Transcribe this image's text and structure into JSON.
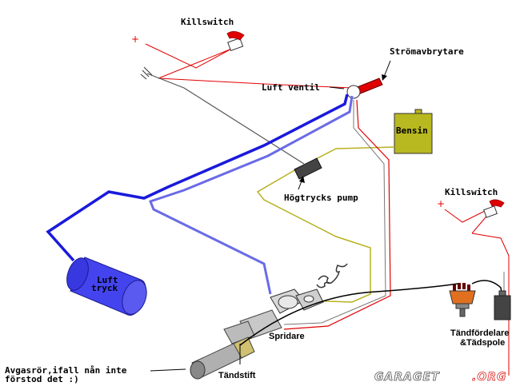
{
  "labels": {
    "killswitch_top": "Killswitch",
    "stromavbrytare": "Strömavbrytare",
    "luft_ventil": "Luft ventil",
    "bensin": "Bensin",
    "hogtrycks_pump": "Högtrycks pump",
    "killswitch_right": "Killswitch",
    "luft_tryck_line1": "Luft",
    "luft_tryck_line2": "tryck",
    "spridare": "Spridare",
    "tandfordelare_line1": "Tändfördelare",
    "tandfordelare_line2": "&Tädspole",
    "avgasror_line1": "Avgasrör,ifall nån inte",
    "avgasror_line2": "förstod det :)",
    "tandstift": "Tändstift",
    "plus_top": "+",
    "plus_right": "+"
  },
  "watermark": {
    "brand": "GARAGET",
    "suffix": ".ORG"
  },
  "colors": {
    "wire_red": "#e00000",
    "wire_black": "#000000",
    "fuel_line": "#b8b020",
    "air_line_dark": "#1a1adc",
    "air_line_light": "#6a6ae8",
    "tank_fill": "#b8b820",
    "air_tank_fill": "#4444ee",
    "distributor_fill": "#e07020",
    "engine_gray": "#b8b8b8"
  }
}
